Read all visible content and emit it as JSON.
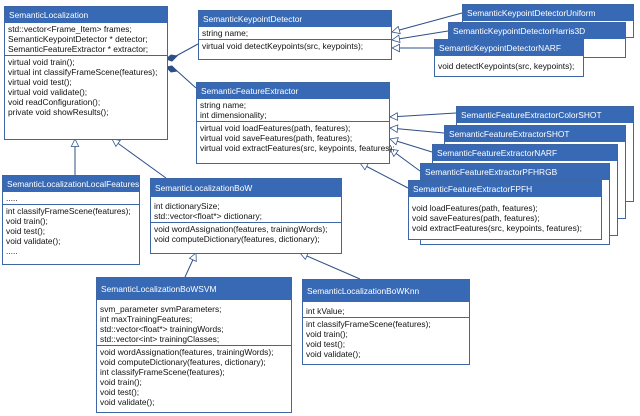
{
  "classes": {
    "semantic_localization": {
      "name": "SemanticLocalization",
      "attributes": [
        "std::vector<Frame_Item> frames;",
        "SemanticKeypointDetector  * detector;",
        "SemanticFeatureExtractor  * extractor;"
      ],
      "methods": [
        "virtual void train();",
        "virtual int classifyFrameScene(features);",
        "virtual void test();",
        "virtual void validate();",
        "void readConfiguration();",
        "private void showResults();"
      ]
    },
    "keypoint_detector": {
      "name": "SemanticKeypointDetector",
      "attributes": [
        "string name;"
      ],
      "methods": [
        "virtual void detectKeypoints(src, keypoints);"
      ]
    },
    "kp_uniform": {
      "name": "SemanticKeypointDetectorUniform"
    },
    "kp_harris": {
      "name": "SemanticKeypointDetectorHarris3D"
    },
    "kp_narf": {
      "name": "SemanticKeypointDetectorNARF",
      "methods": [
        "void detectKeypoints(src, keypoints);"
      ]
    },
    "feature_extractor": {
      "name": "SemanticFeatureExtractor",
      "attributes": [
        "string name;",
        "int dimensionality;"
      ],
      "methods": [
        "virtual void loadFeatures(path, features);",
        "virtual void saveFeatures(path, features);",
        "virtual void extractFeatures(src, keypoints, features);"
      ]
    },
    "fe_colorshot": {
      "name": "SemanticFeatureExtractorColorSHOT"
    },
    "fe_shot": {
      "name": "SemanticFeatureExtractorSHOT"
    },
    "fe_narf": {
      "name": "SemanticFeatureExtractorNARF"
    },
    "fe_pfhrgb": {
      "name": "SemanticFeatureExtractorPFHRGB"
    },
    "fe_fpfh": {
      "name": "SemanticFeatureExtractorFPFH",
      "methods": [
        "void loadFeatures(path, features);",
        "void saveFeatures(path, features);",
        "void extractFeatures(src, keypoints, features);"
      ]
    },
    "local_features": {
      "name": "SemanticLocalizationLocalFeatures",
      "attributes": [
        "....."
      ],
      "methods": [
        "int classifyFrameScene(features);",
        "void train();",
        "void test();",
        "void validate();",
        "....."
      ]
    },
    "bow": {
      "name": "SemanticLocalizationBoW",
      "attributes": [
        "int dictionarySize;",
        "std::vector<float*> dictionary;"
      ],
      "methods": [
        "void wordAssignation(features, trainingWords);",
        "void computeDictionary(features, dictionary);"
      ]
    },
    "bow_svm": {
      "name": "SemanticLocalizationBoWSVM",
      "attributes": [
        "svm_parameter svmParameters;",
        "int maxTrainingFeatures;",
        "std::vector<float*> trainingWords;",
        "std::vector<int> trainingClasses;"
      ],
      "methods": [
        "void wordAssignation(features, trainingWords);",
        "void computeDictionary(features, dictionary);",
        "int classifyFrameScene(features);",
        "void train();",
        "void test();",
        "void validate();"
      ]
    },
    "bow_knn": {
      "name": "SemanticLocalizationBoWKnn",
      "attributes": [
        "int kValue;"
      ],
      "methods": [
        "int classifyFrameScene(features);",
        "void train();",
        "void test();",
        "void validate();"
      ]
    }
  }
}
